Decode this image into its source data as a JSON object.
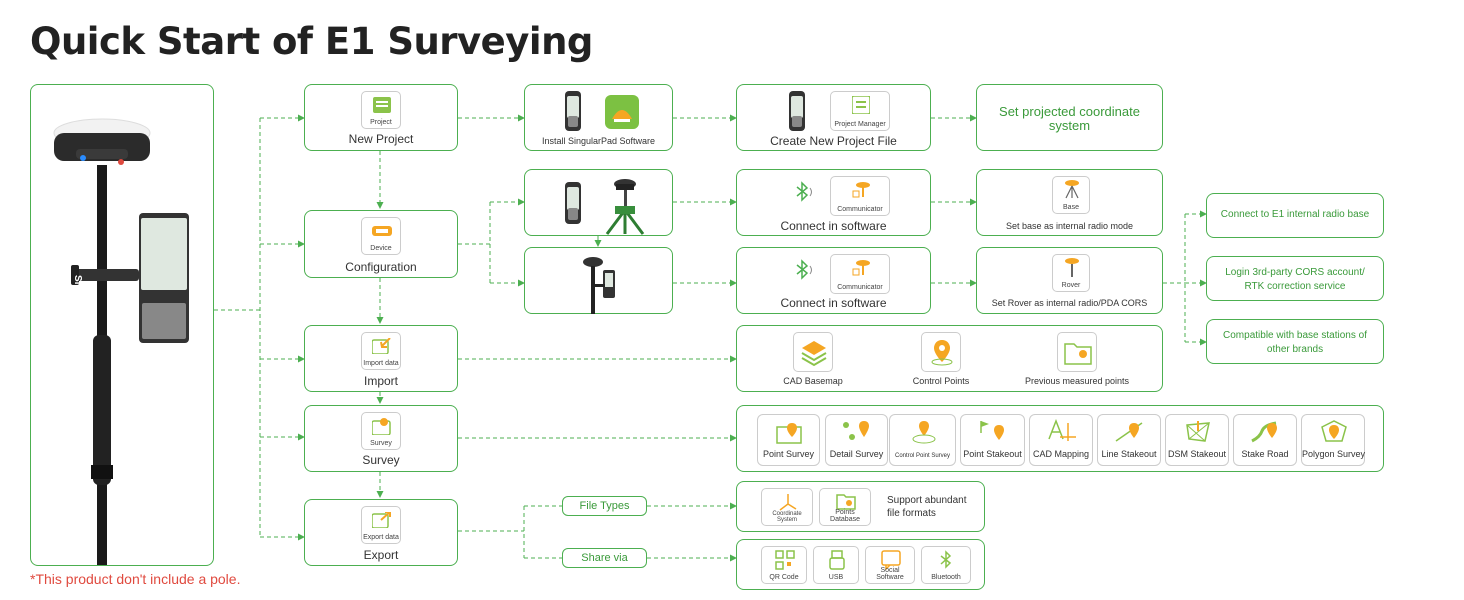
{
  "title": "Quick Start of E1 Surveying",
  "note": "*This product don't include a pole.",
  "colors": {
    "accent": "#4caf50",
    "note": "#e04a3f",
    "orange": "#f5a623"
  },
  "device_label": "SingularXYZ",
  "steps": {
    "new_project": {
      "icon_caption": "Project",
      "label": "New Project"
    },
    "configuration": {
      "icon_caption": "Device",
      "label": "Configuration"
    },
    "import": {
      "icon_caption": "Import data",
      "label": "Import"
    },
    "survey": {
      "icon_caption": "Survey",
      "label": "Survey"
    },
    "export": {
      "icon_caption": "Export data",
      "label": "Export"
    }
  },
  "row1": {
    "install": "Install SingularPad Software",
    "pm_caption": "Project Manager",
    "create": "Create New Project File",
    "set_coord": "Set projected coordinate system"
  },
  "row2": {
    "comm_caption": "Communicator",
    "connect": "Connect in software",
    "base_caption": "Base",
    "base_mode": "Set base as internal radio mode"
  },
  "row3": {
    "comm_caption": "Communicator",
    "connect": "Connect in software",
    "rover_caption": "Rover",
    "rover_mode": "Set Rover as internal radio/PDA CORS"
  },
  "rover_options": [
    "Connect to E1 internal radio base",
    "Login 3rd-party CORS account/ RTK correction service",
    "Compatible with base stations of other brands"
  ],
  "import_items": [
    "CAD Basemap",
    "Control Points",
    "Previous measured points"
  ],
  "survey_items": [
    "Point Survey",
    "Detail Survey",
    "Control Point Survey",
    "Point Stakeout",
    "CAD Mapping",
    "Line Stakeout",
    "DSM Stakeout",
    "Stake Road",
    "Polygon Survey"
  ],
  "export": {
    "file_types": "File Types",
    "share_via": "Share via",
    "file_items": [
      "Coordinate System",
      "Points Database"
    ],
    "file_desc": "Support abundant file formats",
    "share_items": [
      "QR Code",
      "USB",
      "Social Software",
      "Bluetooth"
    ]
  }
}
